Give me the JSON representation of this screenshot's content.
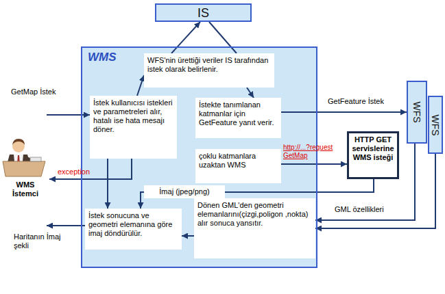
{
  "diagram": {
    "nodes": [
      {
        "text": [
          "IS"
        ]
      },
      {
        "text": [
          "WMS"
        ]
      },
      {
        "text": [
          "WFS'nin ürettiği veriler IS tarafından istek olarak belirlenir."
        ],
        "in": 1
      },
      {
        "text": [
          "İstek kullanıcısı istekleri ve parametreleri alır, hatalı ise hata mesajı döner."
        ],
        "in": 1
      },
      {
        "text": [
          "İstekte tanımlanan katmanlar için GetFeature yanıt verir."
        ],
        "in": 1
      },
      {
        "text": [
          "çoklu katmanlara uzaktan WMS"
        ],
        "in": 1
      },
      {
        "text": [
          "İstek sonucuna ve geometri elemanına göre imaj döndürülür."
        ],
        "in": 1
      },
      {
        "text": [
          "Dönen GML'den geometri elemanlarını(çizgi,poligon ,nokta) alır sonuca yansıtır."
        ],
        "in": 1
      },
      {
        "text": [
          "WFS"
        ]
      },
      {
        "text": [
          "WFS"
        ]
      },
      {
        "text": [
          "HTTP GET servislerine WMS isteği"
        ]
      },
      {
        "text": [
          "WMS İstemci"
        ]
      }
    ],
    "edges": [
      {
        "from": 2,
        "to": 0,
        "arrow": "to"
      },
      {
        "from": 0,
        "to": 2,
        "arrow": "none"
      },
      {
        "from": 3,
        "to": 2,
        "arrow": "to"
      },
      {
        "from": 2,
        "to": 4,
        "arrow": "to"
      },
      {
        "from": 4,
        "to": 8,
        "arrow": "to",
        "label": "GetFeature İstek"
      },
      {
        "from": 5,
        "to": 10,
        "arrow": "to",
        "label": "http://...?request GetMap"
      },
      {
        "from": 3,
        "to": 11,
        "arrow": "to",
        "label": "exception"
      },
      {
        "from": 3,
        "to": 6,
        "arrow": "to"
      },
      {
        "from": 10,
        "to": 6,
        "arrow": "to",
        "label": "İmaj (jpeg/png)"
      },
      {
        "from": 8,
        "to": 7,
        "arrow": "to",
        "label": "GML özellikleri"
      },
      {
        "from": 9,
        "to": 7,
        "arrow": "to"
      },
      {
        "from": 7,
        "to": 6,
        "arrow": "to"
      }
    ],
    "labels": [
      "GetMap İstek",
      "Haritanın İmaj şekli"
    ]
  }
}
